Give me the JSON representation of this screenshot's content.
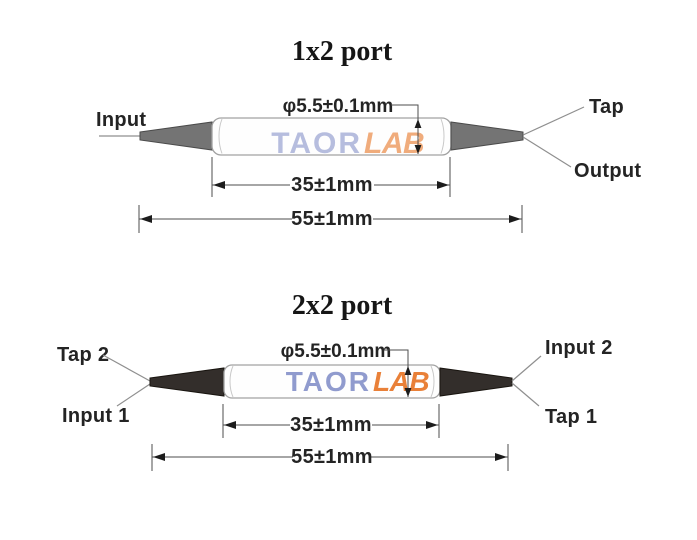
{
  "page": {
    "background_color": "#ffffff"
  },
  "brand": {
    "part1": "TAOR",
    "part2": "LAB",
    "color1": "#8b96cc",
    "color2": "#e87a2e"
  },
  "diagrams": [
    {
      "id": "1x2-port-coupler",
      "title": "1x2 port",
      "left_ports": [
        {
          "label": "Input"
        }
      ],
      "right_ports": [
        {
          "label": "Tap"
        },
        {
          "label": "Output"
        }
      ],
      "dims": {
        "diameter": "φ5.5±0.1mm",
        "body_length": "35±1mm",
        "total_length": "55±1mm"
      },
      "boot_color": "#747474"
    },
    {
      "id": "2x2-port-coupler",
      "title": "2x2 port",
      "left_ports": [
        {
          "label": "Tap 2"
        },
        {
          "label": "Input 1"
        }
      ],
      "right_ports": [
        {
          "label": "Input 2"
        },
        {
          "label": "Tap 1"
        }
      ],
      "dims": {
        "diameter": "φ5.5±0.1mm",
        "body_length": "35±1mm",
        "total_length": "55±1mm"
      },
      "boot_color": "#332e2b"
    }
  ]
}
